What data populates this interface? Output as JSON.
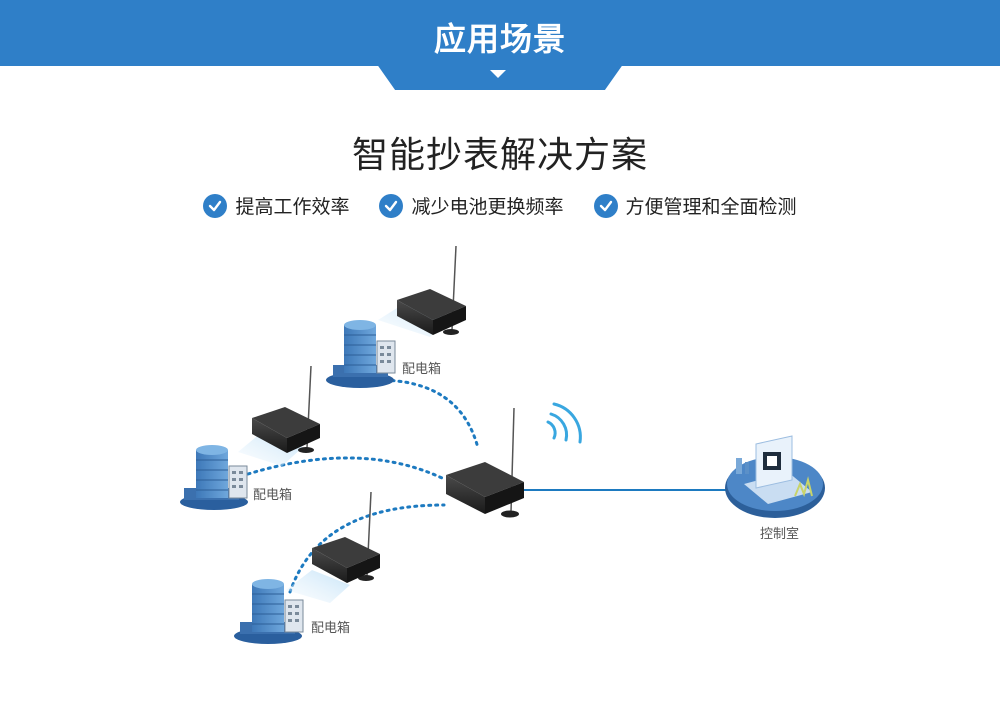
{
  "header": {
    "title": "应用场景"
  },
  "main_title": "智能抄表解决方案",
  "features": [
    {
      "icon": "check-circle-icon",
      "label": "提高工作效率"
    },
    {
      "icon": "check-circle-icon",
      "label": "减少电池更换频率"
    },
    {
      "icon": "check-circle-icon",
      "label": "方便管理和全面检测"
    }
  ],
  "diagram": {
    "site_labels": [
      "配电箱",
      "配电箱",
      "配电箱"
    ],
    "control_label": "控制室"
  },
  "colors": {
    "accent": "#2f7fc8",
    "link": "#1d7ac0"
  }
}
